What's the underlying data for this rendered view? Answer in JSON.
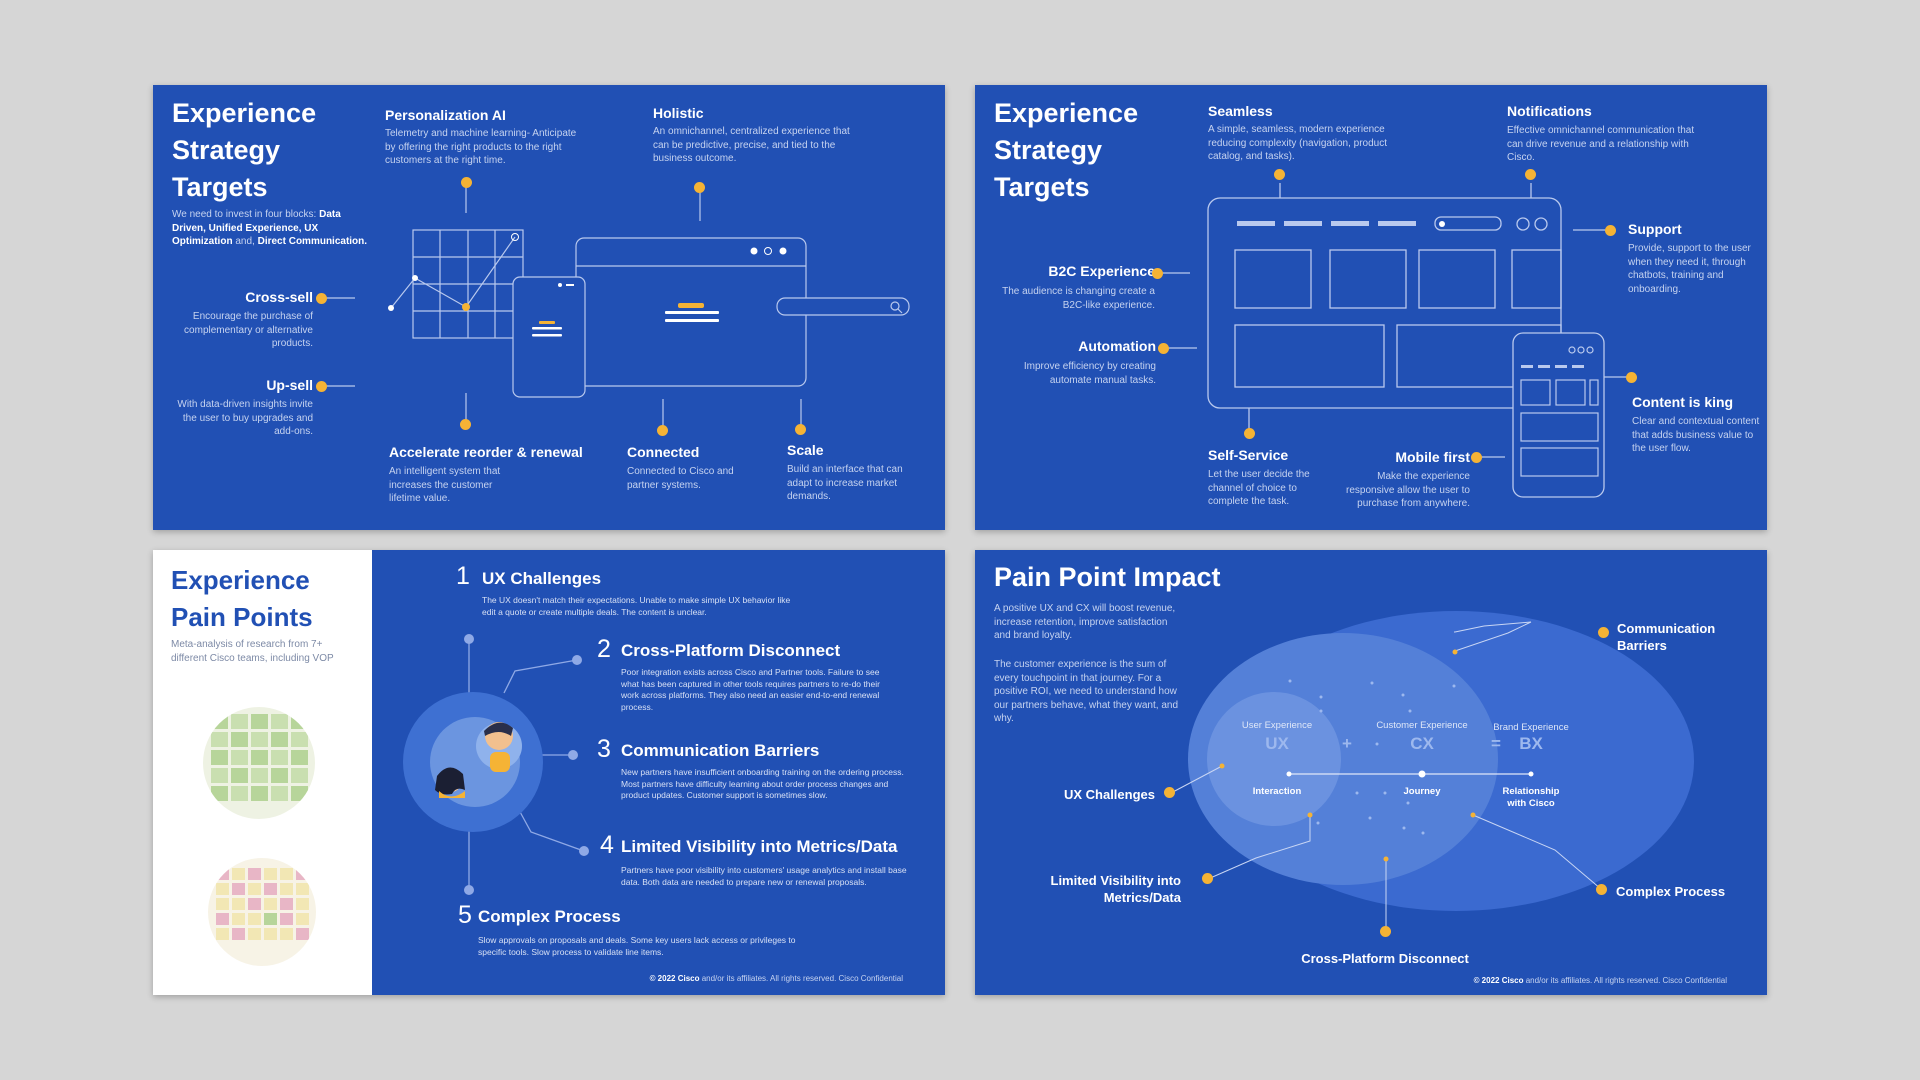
{
  "slide1": {
    "title": [
      "Experience",
      "Strategy",
      "Targets"
    ],
    "intro_prefix": "We need to invest in four blocks: ",
    "intro_bold1": "Data Driven, Unified Experience, UX Optimization",
    "intro_and": " and, ",
    "intro_bold2": "Direct Communication.",
    "personalization": {
      "title": "Personalization AI",
      "text": "Telemetry and machine learning- Anticipate by offering the right products to the right customers at the right time."
    },
    "holistic": {
      "title": "Holistic",
      "text": "An omnichannel, centralized experience that can be predictive, precise, and tied to the business outcome."
    },
    "crosssell": {
      "title": "Cross-sell",
      "text": "Encourage the purchase of complementary or alternative products."
    },
    "upsell": {
      "title": "Up-sell",
      "text": "With data-driven insights invite the user to buy upgrades and add-ons."
    },
    "reorder": {
      "title": "Accelerate reorder & renewal",
      "text": "An intelligent system that increases the customer lifetime value."
    },
    "connected": {
      "title": "Connected",
      "text": "Connected to Cisco and partner systems."
    },
    "scale": {
      "title": "Scale",
      "text": "Build an interface that can adapt to increase market demands."
    }
  },
  "slide2": {
    "title": [
      "Experience",
      "Strategy",
      "Targets"
    ],
    "seamless": {
      "title": "Seamless",
      "text": "A simple, seamless, modern experience reducing complexity (navigation, product catalog, and tasks)."
    },
    "notifications": {
      "title": "Notifications",
      "text": "Effective omnichannel communication that can drive revenue and a relationship with Cisco."
    },
    "b2c": {
      "title": "B2C Experience",
      "text": "The audience is changing create a B2C-like experience."
    },
    "automation": {
      "title": "Automation",
      "text": "Improve efficiency by creating automate manual tasks."
    },
    "support": {
      "title": "Support",
      "text": "Provide, support to the user when they need it, through chatbots, training and onboarding."
    },
    "content": {
      "title": "Content is king",
      "text": "Clear and contextual content that adds business value to the user flow."
    },
    "selfservice": {
      "title": "Self-Service",
      "text": "Let the user decide the channel of choice to complete the task."
    },
    "mobile": {
      "title": "Mobile first",
      "text": "Make the experience responsive allow the user to purchase from anywhere."
    }
  },
  "slide3": {
    "title": [
      "Experience",
      "Pain Points"
    ],
    "subtitle": "Meta-analysis of research from 7+ different Cisco teams, including VOP",
    "items": [
      {
        "num": "1",
        "title": "UX Challenges",
        "text": "The UX doesn't match their expectations. Unable to make simple UX behavior like edit a quote or create multiple deals. The content is unclear."
      },
      {
        "num": "2",
        "title": "Cross-Platform Disconnect",
        "text": "Poor integration exists across Cisco and Partner tools. Failure to see what has been captured in other tools requires partners to re-do their work across platforms. They also need an easier end-to-end renewal process."
      },
      {
        "num": "3",
        "title": "Communication Barriers",
        "text": "New partners have insufficient onboarding training on the ordering process. Most partners have difficulty learning about order process changes and product updates. Customer support is sometimes slow."
      },
      {
        "num": "4",
        "title": "Limited Visibility into Metrics/Data",
        "text": "Partners have poor visibility into customers' usage analytics and install base data. Both data are needed to prepare new or renewal proposals."
      },
      {
        "num": "5",
        "title": "Complex Process",
        "text": "Slow approvals on proposals and deals. Some key users lack access or privileges to specific tools. Slow process to validate line items."
      }
    ],
    "copyright_bold": "© 2022 Cisco",
    "copyright_rest": " and/or its affiliates. All rights reserved. Cisco Confidential"
  },
  "slide4": {
    "title": "Pain Point Impact",
    "para1": "A positive UX and CX will boost revenue, increase retention, improve satisfaction and brand loyalty.",
    "para2": "The customer experience is the sum of every touchpoint in that journey. For a positive ROI, we need to understand how our partners behave, what they want, and why.",
    "ux_caption": "User Experience",
    "ux": "UX",
    "ux_label": "Interaction",
    "plus": "+",
    "cx_caption": "Customer Experience",
    "cx": "CX",
    "cx_label": "Journey",
    "equals": "=",
    "bx_caption": "Brand Experience",
    "bx": "BX",
    "bx_label": "Relationship with Cisco",
    "comm": "Communication Barriers",
    "uxch": "UX Challenges",
    "limited": "Limited Visibility into Metrics/Data",
    "complex": "Complex Process",
    "cross": "Cross-Platform Disconnect",
    "copyright_bold": "© 2022 Cisco",
    "copyright_rest": " and/or its affiliates. All rights reserved. Cisco Confidential"
  },
  "colors": {
    "background": "#d6d6d6",
    "slide_blue": "#2150b4",
    "accent": "#f5b335",
    "title_blue": "#2150b4"
  }
}
